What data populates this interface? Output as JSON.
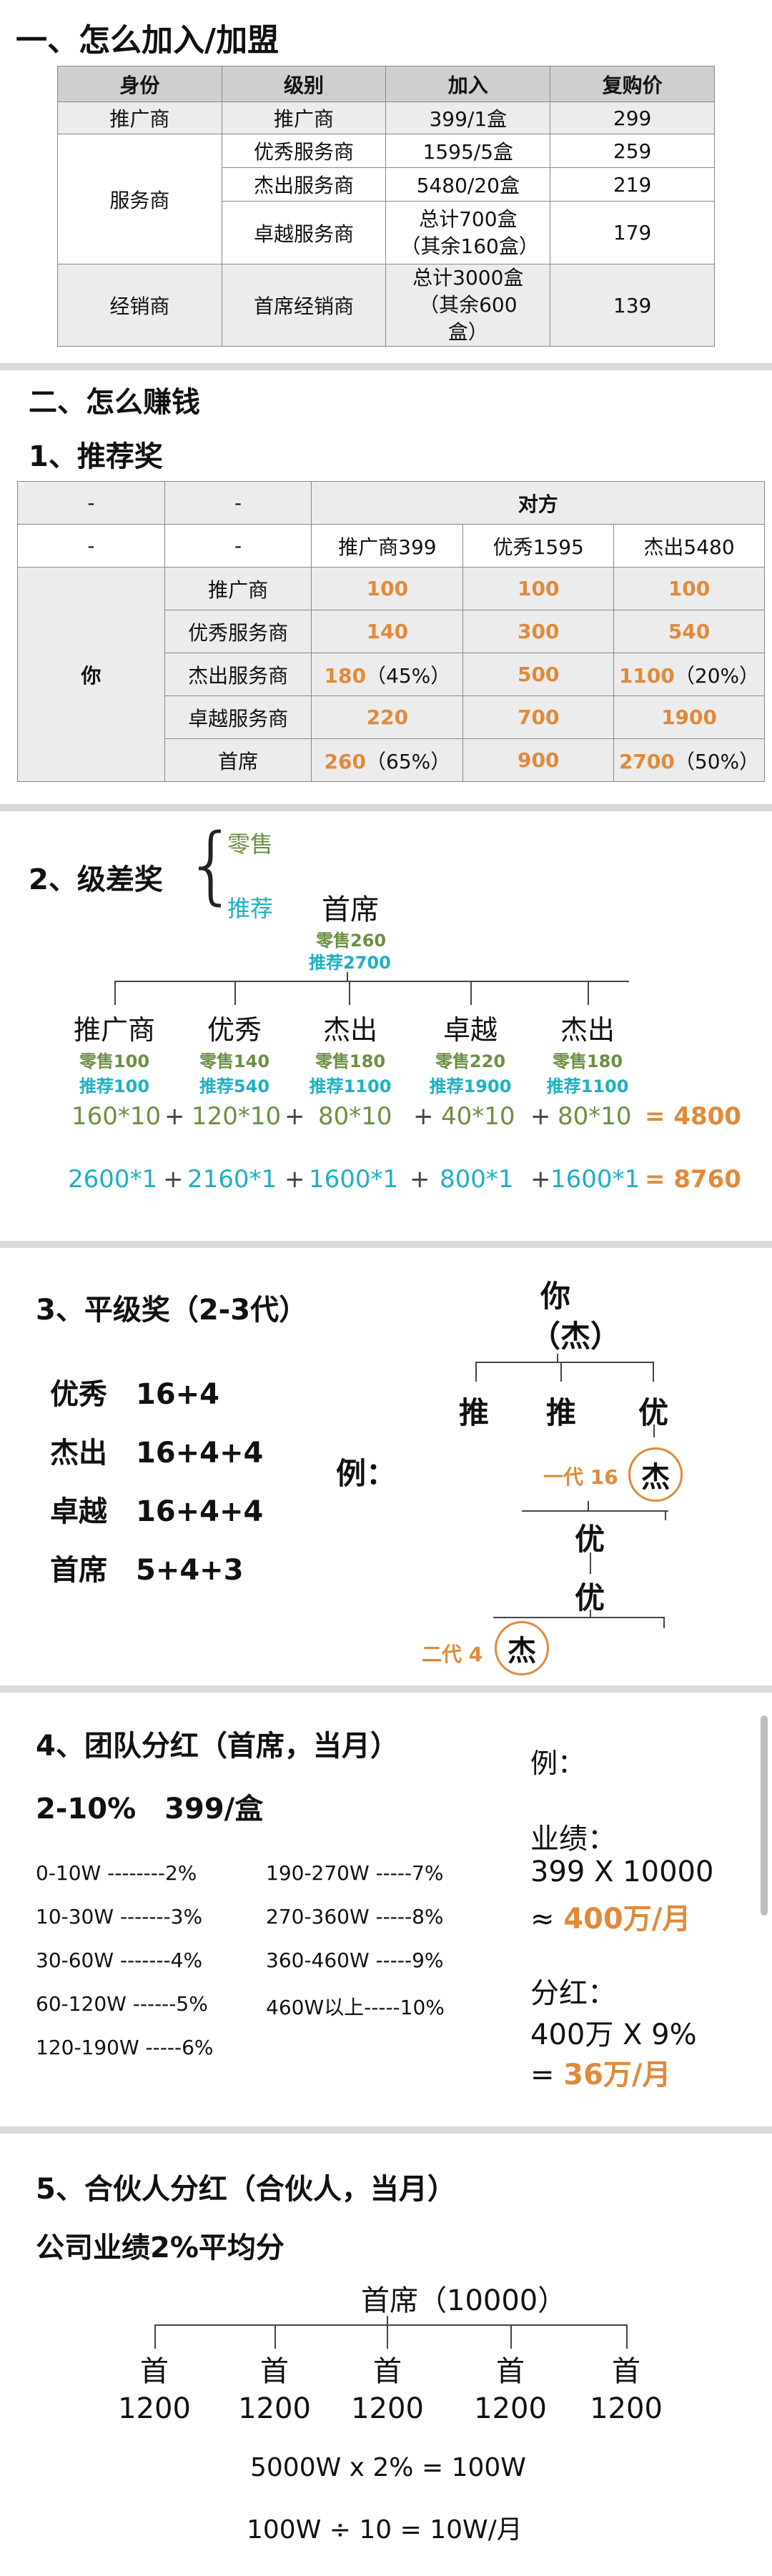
{
  "s1": {
    "title": "一、怎么加入/加盟",
    "headers": [
      "身份",
      "级别",
      "加入",
      "复购价"
    ],
    "rows": [
      {
        "identity": "推广商",
        "level": "推广商",
        "join": "399/1盒",
        "price": "299"
      },
      {
        "identity": "服务商",
        "level": "优秀服务商",
        "join": "1595/5盒",
        "price": "259"
      },
      {
        "identity": "",
        "level": "杰出服务商",
        "join": "5480/20盒",
        "price": "219"
      },
      {
        "identity": "",
        "level": "卓越服务商",
        "join": "总计700盒（其余160盒）",
        "price": "179"
      },
      {
        "identity": "经销商",
        "level": "首席经销商",
        "join": "总计3000盒（其余600盒）",
        "price": "139"
      }
    ]
  },
  "s2": {
    "title": "二、怎么赚钱",
    "sub": "1、推荐奖",
    "dash": "-",
    "other": "对方",
    "you": "你",
    "cols": [
      "推广商399",
      "优秀1595",
      "杰出5480"
    ],
    "rows": [
      {
        "label": "推广商",
        "v": [
          "100",
          "100",
          "100"
        ],
        "p": [
          "",
          "",
          ""
        ]
      },
      {
        "label": "优秀服务商",
        "v": [
          "140",
          "300",
          "540"
        ],
        "p": [
          "",
          "",
          ""
        ]
      },
      {
        "label": "杰出服务商",
        "v": [
          "180",
          "500",
          "1100"
        ],
        "p": [
          "（45%）",
          "",
          "（20%）"
        ]
      },
      {
        "label": "卓越服务商",
        "v": [
          "220",
          "700",
          "1900"
        ],
        "p": [
          "",
          "",
          ""
        ]
      },
      {
        "label": "首席",
        "v": [
          "260",
          "900",
          "2700"
        ],
        "p": [
          "（65%）",
          "",
          "（50%）"
        ]
      }
    ]
  },
  "s3": {
    "title": "2、级差奖",
    "brace": "{",
    "retail": "零售",
    "refer": "推荐",
    "top": {
      "name": "首席",
      "retail": "零售260",
      "refer": "推荐2700"
    },
    "nodes": [
      {
        "name": "推广商",
        "retail": "零售100",
        "refer": "推荐100"
      },
      {
        "name": "优秀",
        "retail": "零售140",
        "refer": "推荐540"
      },
      {
        "name": "杰出",
        "retail": "零售180",
        "refer": "推荐1100"
      },
      {
        "name": "卓越",
        "retail": "零售220",
        "refer": "推荐1900"
      },
      {
        "name": "杰出",
        "retail": "零售180",
        "refer": "推荐1100"
      }
    ],
    "retail_calc": [
      "160*10",
      "+",
      "120*10",
      "+",
      "80*10",
      "+",
      "40*10",
      "+",
      "80*10"
    ],
    "retail_total": "= 4800",
    "refer_calc": [
      "2600*1",
      "+",
      "2160*1",
      "+",
      "1600*1",
      "+",
      "800*1",
      "+",
      "1600*1"
    ],
    "refer_total": "= 8760"
  },
  "s4": {
    "title": "3、平级奖（2-3代）",
    "items": [
      {
        "name": "优秀",
        "v": "16+4"
      },
      {
        "name": "杰出",
        "v": "16+4+4"
      },
      {
        "name": "卓越",
        "v": "16+4+4"
      },
      {
        "name": "首席",
        "v": "5+4+3"
      }
    ],
    "example": "例：",
    "you": "你",
    "jie_paren": "（杰）",
    "tui": "推",
    "you2": "优",
    "gen1": "一代 16",
    "jie": "杰",
    "gen2": "二代 4"
  },
  "s5": {
    "title": "4、团队分红（首席，当月）",
    "sub": "2-10%　399/盒",
    "left": [
      "0-10W --------2%",
      "10-30W -------3%",
      "30-60W -------4%",
      "60-120W ------5%",
      "120-190W -----6%"
    ],
    "right": [
      "190-270W -----7%",
      "270-360W -----8%",
      "360-460W -----9%",
      "460W以上-----10%"
    ],
    "example": "例：",
    "perf_label": "业绩：",
    "perf_calc": "399 X 10000",
    "approx": "≈",
    "perf_value": "400万/月",
    "bonus_label": "分红：",
    "bonus_calc": "400万 X 9%",
    "eq": "=",
    "bonus_value": "36万/月"
  },
  "s6": {
    "title": "5、合伙人分红（合伙人，当月）",
    "sub": "公司业绩2%平均分",
    "top": "首席（10000）",
    "nodes": [
      {
        "n": "首",
        "v": "1200"
      },
      {
        "n": "首",
        "v": "1200"
      },
      {
        "n": "首",
        "v": "1200"
      },
      {
        "n": "首",
        "v": "1200"
      },
      {
        "n": "首",
        "v": "1200"
      }
    ],
    "calc1": "5000W x 2% = 100W",
    "calc2": "100W ÷ 10 = 10W/月"
  }
}
